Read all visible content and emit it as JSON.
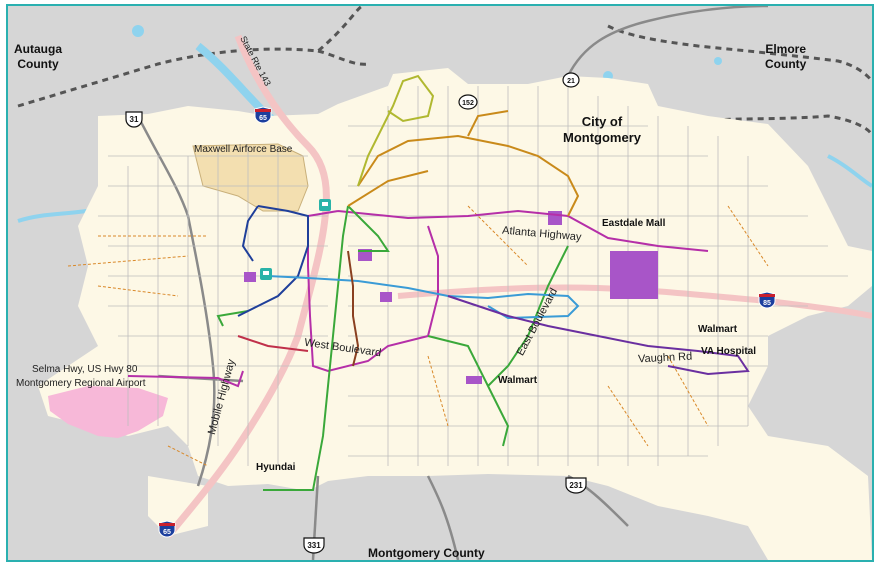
{
  "counties": {
    "autauga": [
      "Autauga",
      "County"
    ],
    "elmore": [
      "Elmore",
      "County"
    ],
    "montgomery": "Montgomery County"
  },
  "city": [
    "City of",
    "Montgomery"
  ],
  "places": {
    "maxwell": "Maxwell Airforce Base",
    "selma_hwy": "Selma Hwy, US Hwy 80",
    "airport": "Montgomery Regional Airport",
    "eastdale": "Eastdale Mall",
    "walmart_east": "Walmart",
    "walmart_south": "Walmart",
    "va": "VA Hospital",
    "hyundai": "Hyundai"
  },
  "roads": {
    "atlanta_hwy": "Atlanta Highway",
    "west_blvd": "West Boulevard",
    "east_blvd": "East Boulevard",
    "mobile_hwy": "Mobile Highway",
    "vaughn": "Vaughn Rd",
    "state_rte_143": "State Rte 143"
  },
  "shields": {
    "i65_north": "65",
    "i65_south": "65",
    "i85": "85",
    "us31": "31",
    "us231": "231",
    "us331": "331",
    "sr152": "152",
    "sr21": "21"
  },
  "colors": {
    "background": "#d6d6d6",
    "city_fill": "#fdf8e6",
    "water": "#8fd3ee",
    "interstate": "#f4c4c4",
    "frame": "#2ab0b0",
    "route_magenta": "#b52fa8",
    "route_green": "#3aa83a",
    "route_blue": "#1f3f9a",
    "route_lightblue": "#3a9bd6",
    "route_orange": "#c98a1a",
    "route_olive": "#b0b830",
    "route_purple": "#6a2fa0",
    "route_brown": "#8a4020",
    "route_red": "#c0304a",
    "district_purple": "#a855c8"
  }
}
